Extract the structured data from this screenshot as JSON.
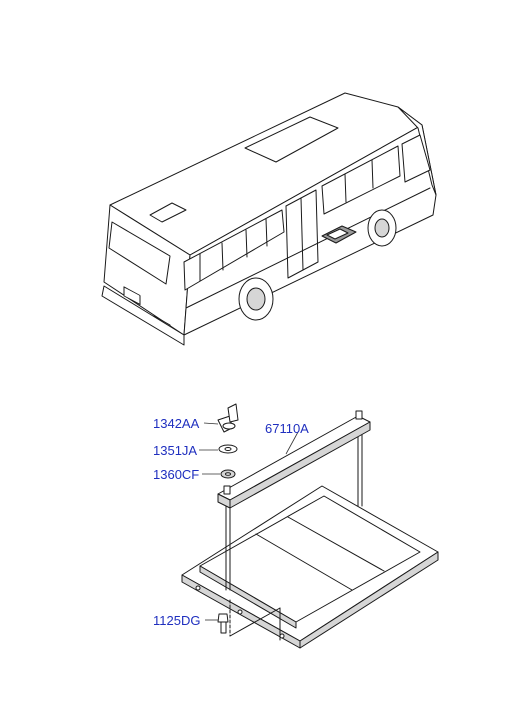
{
  "parts": [
    {
      "id": "p1342aa",
      "label": "1342AA",
      "icon": "wing-nut-icon"
    },
    {
      "id": "p1351ja",
      "label": "1351JA",
      "icon": "flat-washer-icon"
    },
    {
      "id": "p1360cf",
      "label": "1360CF",
      "icon": "spring-washer-icon"
    },
    {
      "id": "p67110a",
      "label": "67110A",
      "icon": "step-frame-assembly"
    },
    {
      "id": "p1125dg",
      "label": "1125DG",
      "icon": "bolt-icon"
    }
  ],
  "colors": {
    "callout": "#1f2fbf",
    "line": "#1a1a1a",
    "shade": "#d6d6d6"
  }
}
